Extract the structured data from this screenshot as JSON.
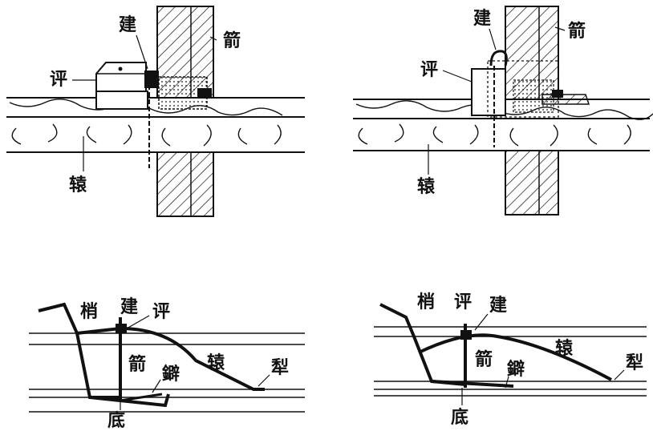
{
  "diagram": {
    "panels": [
      {
        "id": "top-left",
        "labels": {
          "jian_upper": "建",
          "jian_arrow": "箭",
          "ping": "评",
          "rang": "辕"
        }
      },
      {
        "id": "top-right",
        "labels": {
          "jian_upper": "建",
          "jian_arrow": "箭",
          "ping": "评",
          "rang": "辕"
        }
      },
      {
        "id": "bottom-left",
        "labels": {
          "shao": "梢",
          "jian_upper": "建",
          "ping": "评",
          "jian_arrow": "箭",
          "rang": "辕",
          "e": "鐴",
          "li": "犁",
          "di": "底"
        }
      },
      {
        "id": "bottom-right",
        "labels": {
          "shao": "梢",
          "ping": "评",
          "jian_upper": "建",
          "jian_arrow": "箭",
          "rang": "辕",
          "e": "鐴",
          "li": "犁",
          "di": "底"
        }
      }
    ],
    "colors": {
      "ink": "#111111",
      "paper": "#ffffff"
    }
  }
}
